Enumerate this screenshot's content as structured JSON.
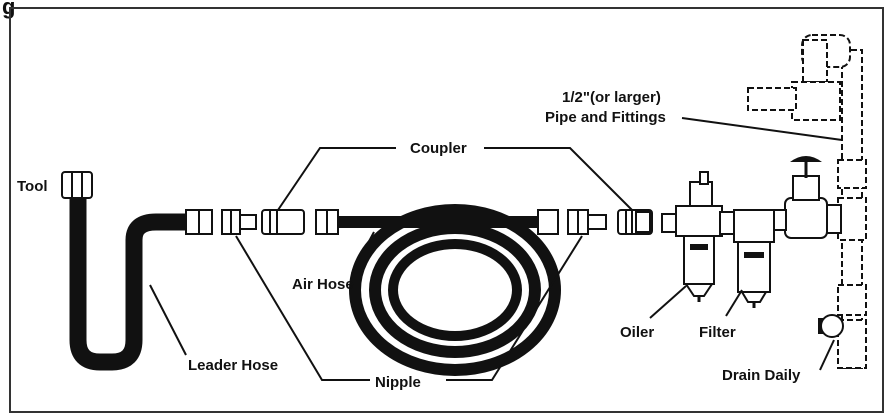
{
  "figure": {
    "title_fragment": "g",
    "labels": {
      "tool": "Tool",
      "pipe_line1": "1/2\"(or larger)",
      "pipe_line2": "Pipe and Fittings",
      "coupler": "Coupler",
      "air_hose": "Air Hose",
      "leader_hose": "Leader Hose",
      "nipple": "Nipple",
      "oiler": "Oiler",
      "filter": "Filter",
      "drain_daily": "Drain Daily"
    }
  }
}
